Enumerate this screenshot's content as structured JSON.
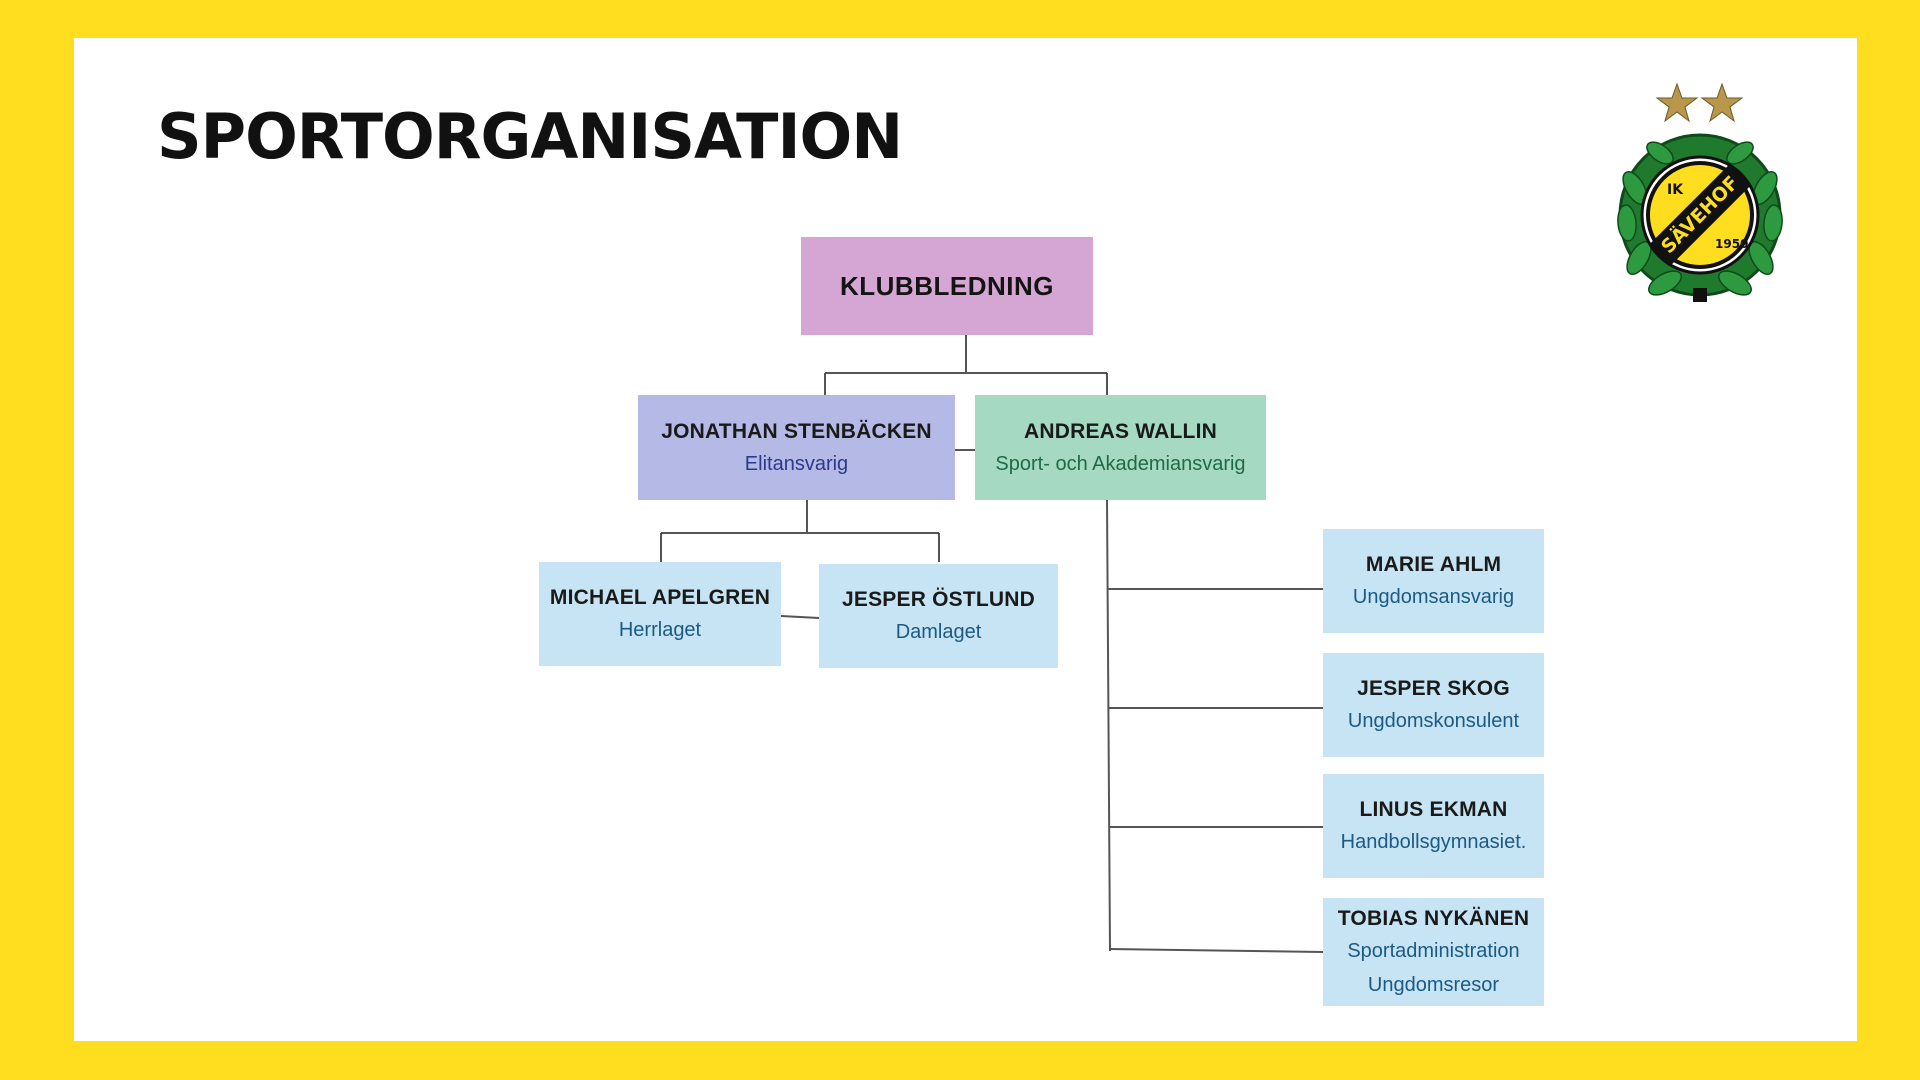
{
  "title": "SPORTORGANISATION",
  "logo": {
    "icon": "ik-savehof-crest",
    "text_top": "IK",
    "text_mid": "SÄVEHOF",
    "text_year": "1950",
    "colors": {
      "yellow": "#FFDD1F",
      "green": "#1F7A2E",
      "black": "#111111",
      "gold": "#B8964A"
    }
  },
  "colors": {
    "background": "#FFDD1F",
    "klubbledning": "#D5A6D3",
    "elit": "#B4B9E6",
    "sport": "#A6D9C1",
    "staff": "#C6E4F3",
    "role_purple_text": "#2B3A8C",
    "role_green_text": "#1F6B45",
    "role_blue_text": "#1C5A86",
    "lines": "#555555"
  },
  "org": {
    "klubbledning": {
      "name": "KLUBBLEDNING"
    },
    "elit": {
      "name": "JONATHAN STENBÄCKEN",
      "role": "Elitansvarig"
    },
    "sport": {
      "name": "ANDREAS WALLIN",
      "role": "Sport- och Akademiansvarig"
    },
    "herr": {
      "name": "MICHAEL APELGREN",
      "role": "Herrlaget"
    },
    "dam": {
      "name": "JESPER ÖSTLUND",
      "role": "Damlaget"
    },
    "ungdom": {
      "name": "MARIE AHLM",
      "role": "Ungdomsansvarig"
    },
    "konsulent": {
      "name": "JESPER SKOG",
      "role": "Ungdomskonsulent"
    },
    "gymnasiet": {
      "name": "LINUS EKMAN",
      "role": "Handbollsgymnasiet."
    },
    "sportadmin": {
      "name": "TOBIAS NYKÄNEN",
      "role": "Sportadministration",
      "role2": "Ungdomsresor"
    }
  }
}
